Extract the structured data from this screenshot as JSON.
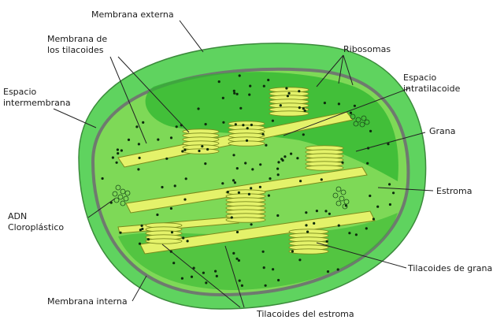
{
  "labels": {
    "membrana_externa": "Membrana externa",
    "membrana_tilacoides_1": "Membrana de",
    "membrana_tilacoides_2": "los tilacoides",
    "ribosomas": "Ribosomas",
    "espacio_intratilacoide_1": "Espacio",
    "espacio_intratilacoide_2": "intratilacoide",
    "espacio_intermembrana_1": "Espacio",
    "espacio_intermembrana_2": "intermembrana",
    "grana": "Grana",
    "estroma": "Estroma",
    "adn_1": "ADN",
    "adn_2": "Cloroplástico",
    "tilacoides_grana": "Tilacoides de grana",
    "membrana_interna": "Membrana interna",
    "tilacoides_estroma": "Tilacoides del estroma"
  },
  "colors": {
    "outer_membrane": "#5fd35f",
    "inner_membrane_edge": "#6f7a6f",
    "stroma_light": "#7ed957",
    "stroma_dark": "#2fb52f",
    "thylakoid": "#e4f26a",
    "thylakoid_edge": "#7a8a1c",
    "ribosome": "#0d2a0d",
    "line": "#222222"
  }
}
